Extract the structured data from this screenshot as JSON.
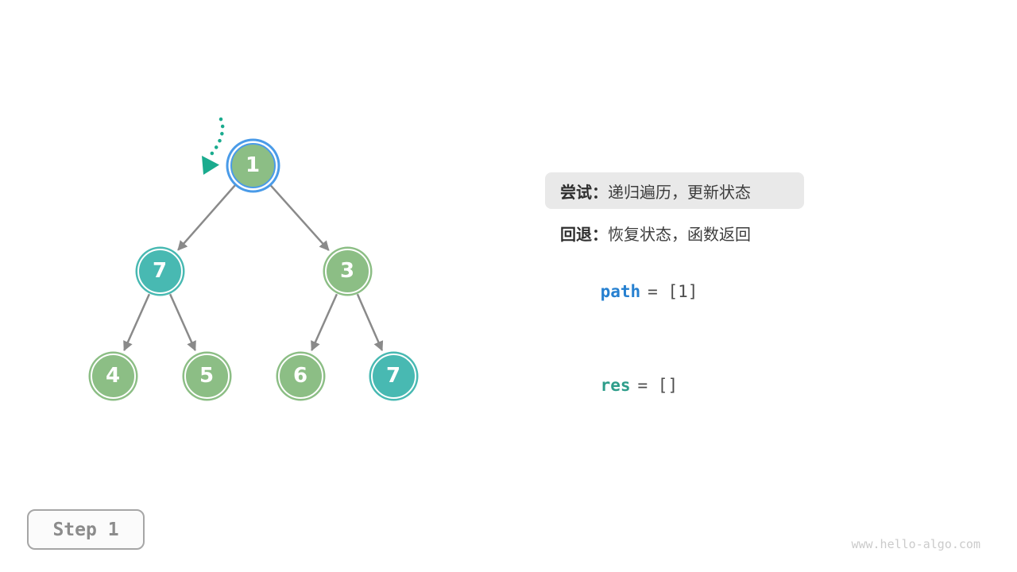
{
  "diagram": {
    "step_label": "Step 1",
    "watermark": "www.hello-algo.com",
    "tree": {
      "nodes": [
        {
          "label": "1",
          "state": "current"
        },
        {
          "label": "7",
          "state": "teal"
        },
        {
          "label": "3",
          "state": "green"
        },
        {
          "label": "4",
          "state": "green"
        },
        {
          "label": "5",
          "state": "green"
        },
        {
          "label": "6",
          "state": "green"
        },
        {
          "label": "7",
          "state": "teal"
        }
      ],
      "edges": [
        [
          "1",
          "7"
        ],
        [
          "1",
          "3"
        ],
        [
          "7",
          "4"
        ],
        [
          "7",
          "5"
        ],
        [
          "3",
          "6"
        ],
        [
          "3",
          "7"
        ]
      ]
    },
    "legend": {
      "try_label": "尝试：",
      "try_text": "递归遍历，更新状态",
      "back_label": "回退：",
      "back_text": "恢复状态，函数返回"
    },
    "variables": {
      "path_name": "path",
      "path_rest": "= [1]",
      "res_name": "res",
      "res_rest": "= []"
    },
    "colors": {
      "node_green": "#8CBE85",
      "node_teal": "#48B9B2",
      "current_ring_blue": "#4A9BE8",
      "edge_gray": "#8A8A8A",
      "pointer_teal": "#1AAB8E",
      "path_blue": "#2680D0",
      "res_teal": "#2E9D8A",
      "highlight_bg": "#E9E9E9"
    }
  }
}
